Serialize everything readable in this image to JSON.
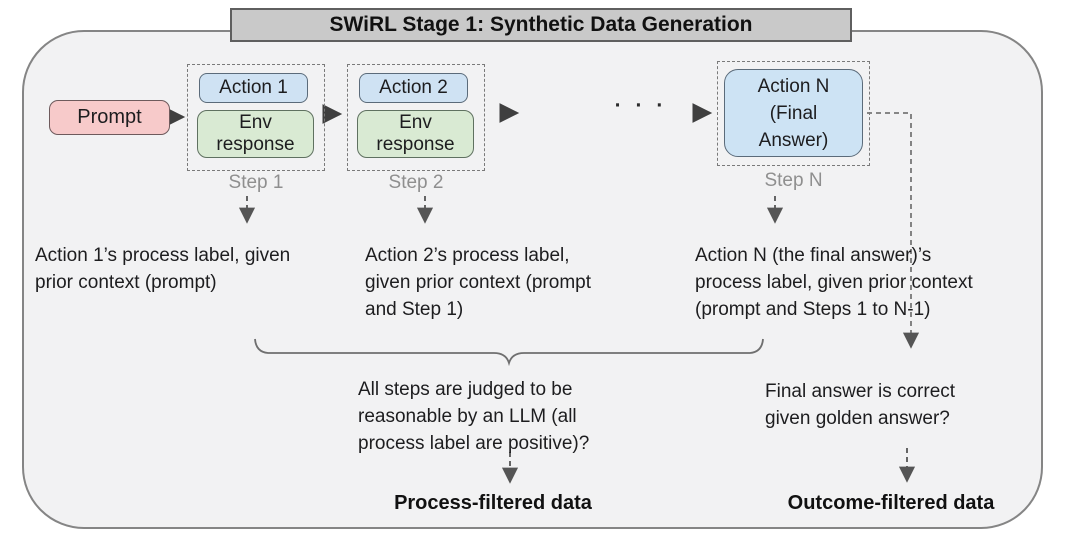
{
  "title": "SWiRL Stage 1: Synthetic Data Generation",
  "flow": {
    "prompt_label": "Prompt",
    "ellipsis": "· · ·",
    "steps": [
      {
        "action_lines": [
          "Action 1"
        ],
        "env_lines": [
          "Env",
          "response"
        ],
        "label": "Step 1"
      },
      {
        "action_lines": [
          "Action 2"
        ],
        "env_lines": [
          "Env",
          "response"
        ],
        "label": "Step 2"
      },
      {
        "action_lines": [
          "Action N",
          "(Final",
          "Answer)"
        ],
        "label": "Step N"
      }
    ]
  },
  "annotations": {
    "step1": {
      "lines": [
        "Action 1’s process label, given",
        "prior context (prompt)"
      ]
    },
    "step2": {
      "lines": [
        "Action 2’s process label,",
        "given prior context (prompt",
        "and Step 1)"
      ]
    },
    "stepN": {
      "lines": [
        "Action N (the final answer)’s",
        "process label, given prior context",
        "(prompt and Steps 1 to N-1)"
      ]
    }
  },
  "questions": {
    "process": {
      "lines": [
        "All steps are judged to be",
        "reasonable by an LLM (all",
        "process label are positive)?"
      ]
    },
    "outcome": {
      "lines": [
        "Final answer is correct",
        "given golden answer?"
      ]
    }
  },
  "outputs": {
    "process": "Process-filtered data",
    "outcome": "Outcome-filtered data"
  },
  "colors": {
    "container_fill": "#f2f2f3",
    "container_border": "#858585",
    "title_fill": "#c9c9c9",
    "prompt_fill": "#f7caca",
    "action_fill": "#cfe2f3",
    "env_fill": "#d9ead3",
    "dashed_line": "#777777",
    "arrow": "#444444",
    "step_label": "#8f8f8f"
  }
}
